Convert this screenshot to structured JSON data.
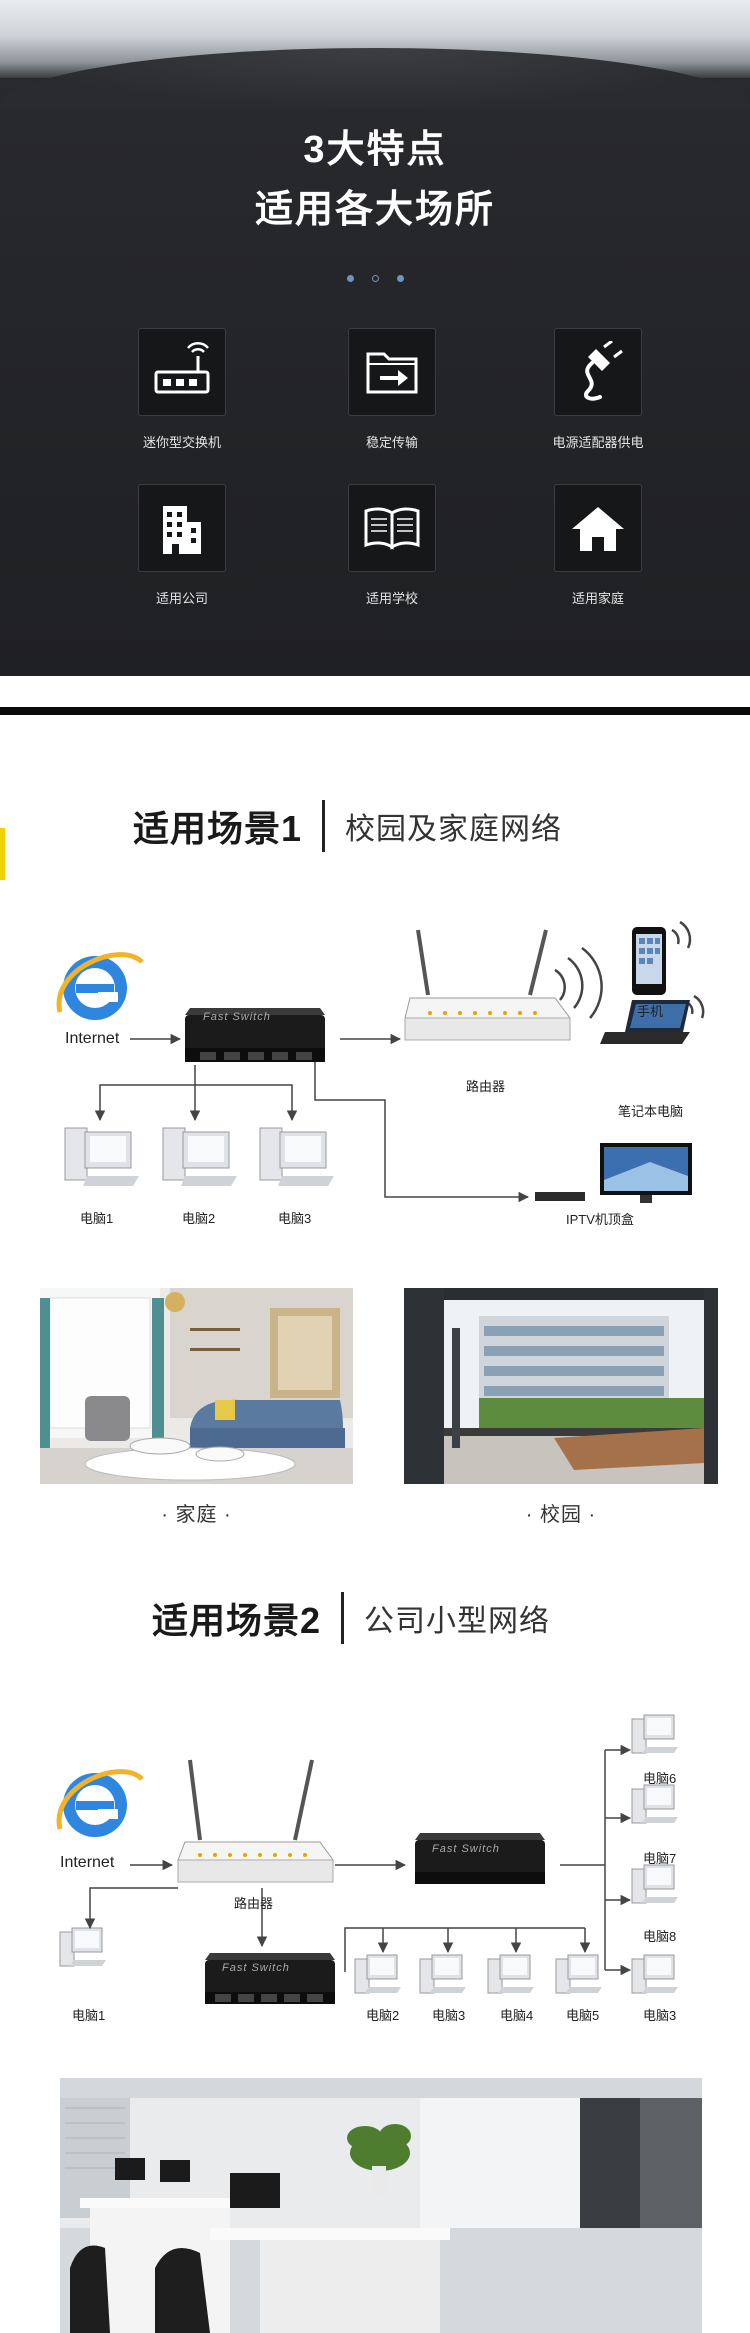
{
  "features": {
    "title_line1": "3大特点",
    "title_line2": "适用各大场所",
    "items": [
      {
        "label": "迷你型交换机",
        "icon": "router-icon"
      },
      {
        "label": "稳定传输",
        "icon": "folder-transfer-icon"
      },
      {
        "label": "电源适配器供电",
        "icon": "power-plug-icon"
      },
      {
        "label": "适用公司",
        "icon": "building-icon"
      },
      {
        "label": "适用学校",
        "icon": "book-icon"
      },
      {
        "label": "适用家庭",
        "icon": "home-icon"
      }
    ],
    "accent_color": "#6f93c4"
  },
  "scene1": {
    "title": "适用场景1",
    "subtitle": "校园及家庭网络",
    "diagram": {
      "internet": "Internet",
      "switch_label": "Fast Switch",
      "router": "路由器",
      "phone": "手机",
      "laptop": "笔记本电脑",
      "iptv": "IPTV机顶盒",
      "pcs": [
        "电脑1",
        "电脑2",
        "电脑3"
      ]
    },
    "photos": [
      {
        "caption": "· 家庭 ·"
      },
      {
        "caption": "· 校园 ·"
      }
    ]
  },
  "scene2": {
    "title": "适用场景2",
    "subtitle": "公司小型网络",
    "diagram": {
      "internet": "Internet",
      "router": "路由器",
      "switch_label": "Fast Switch",
      "pc_left": "电脑1",
      "pcs_bottom": [
        "电脑2",
        "电脑3",
        "电脑4",
        "电脑5",
        "电脑3"
      ],
      "pcs_right": [
        "电脑6",
        "电脑7",
        "电脑8"
      ]
    }
  }
}
